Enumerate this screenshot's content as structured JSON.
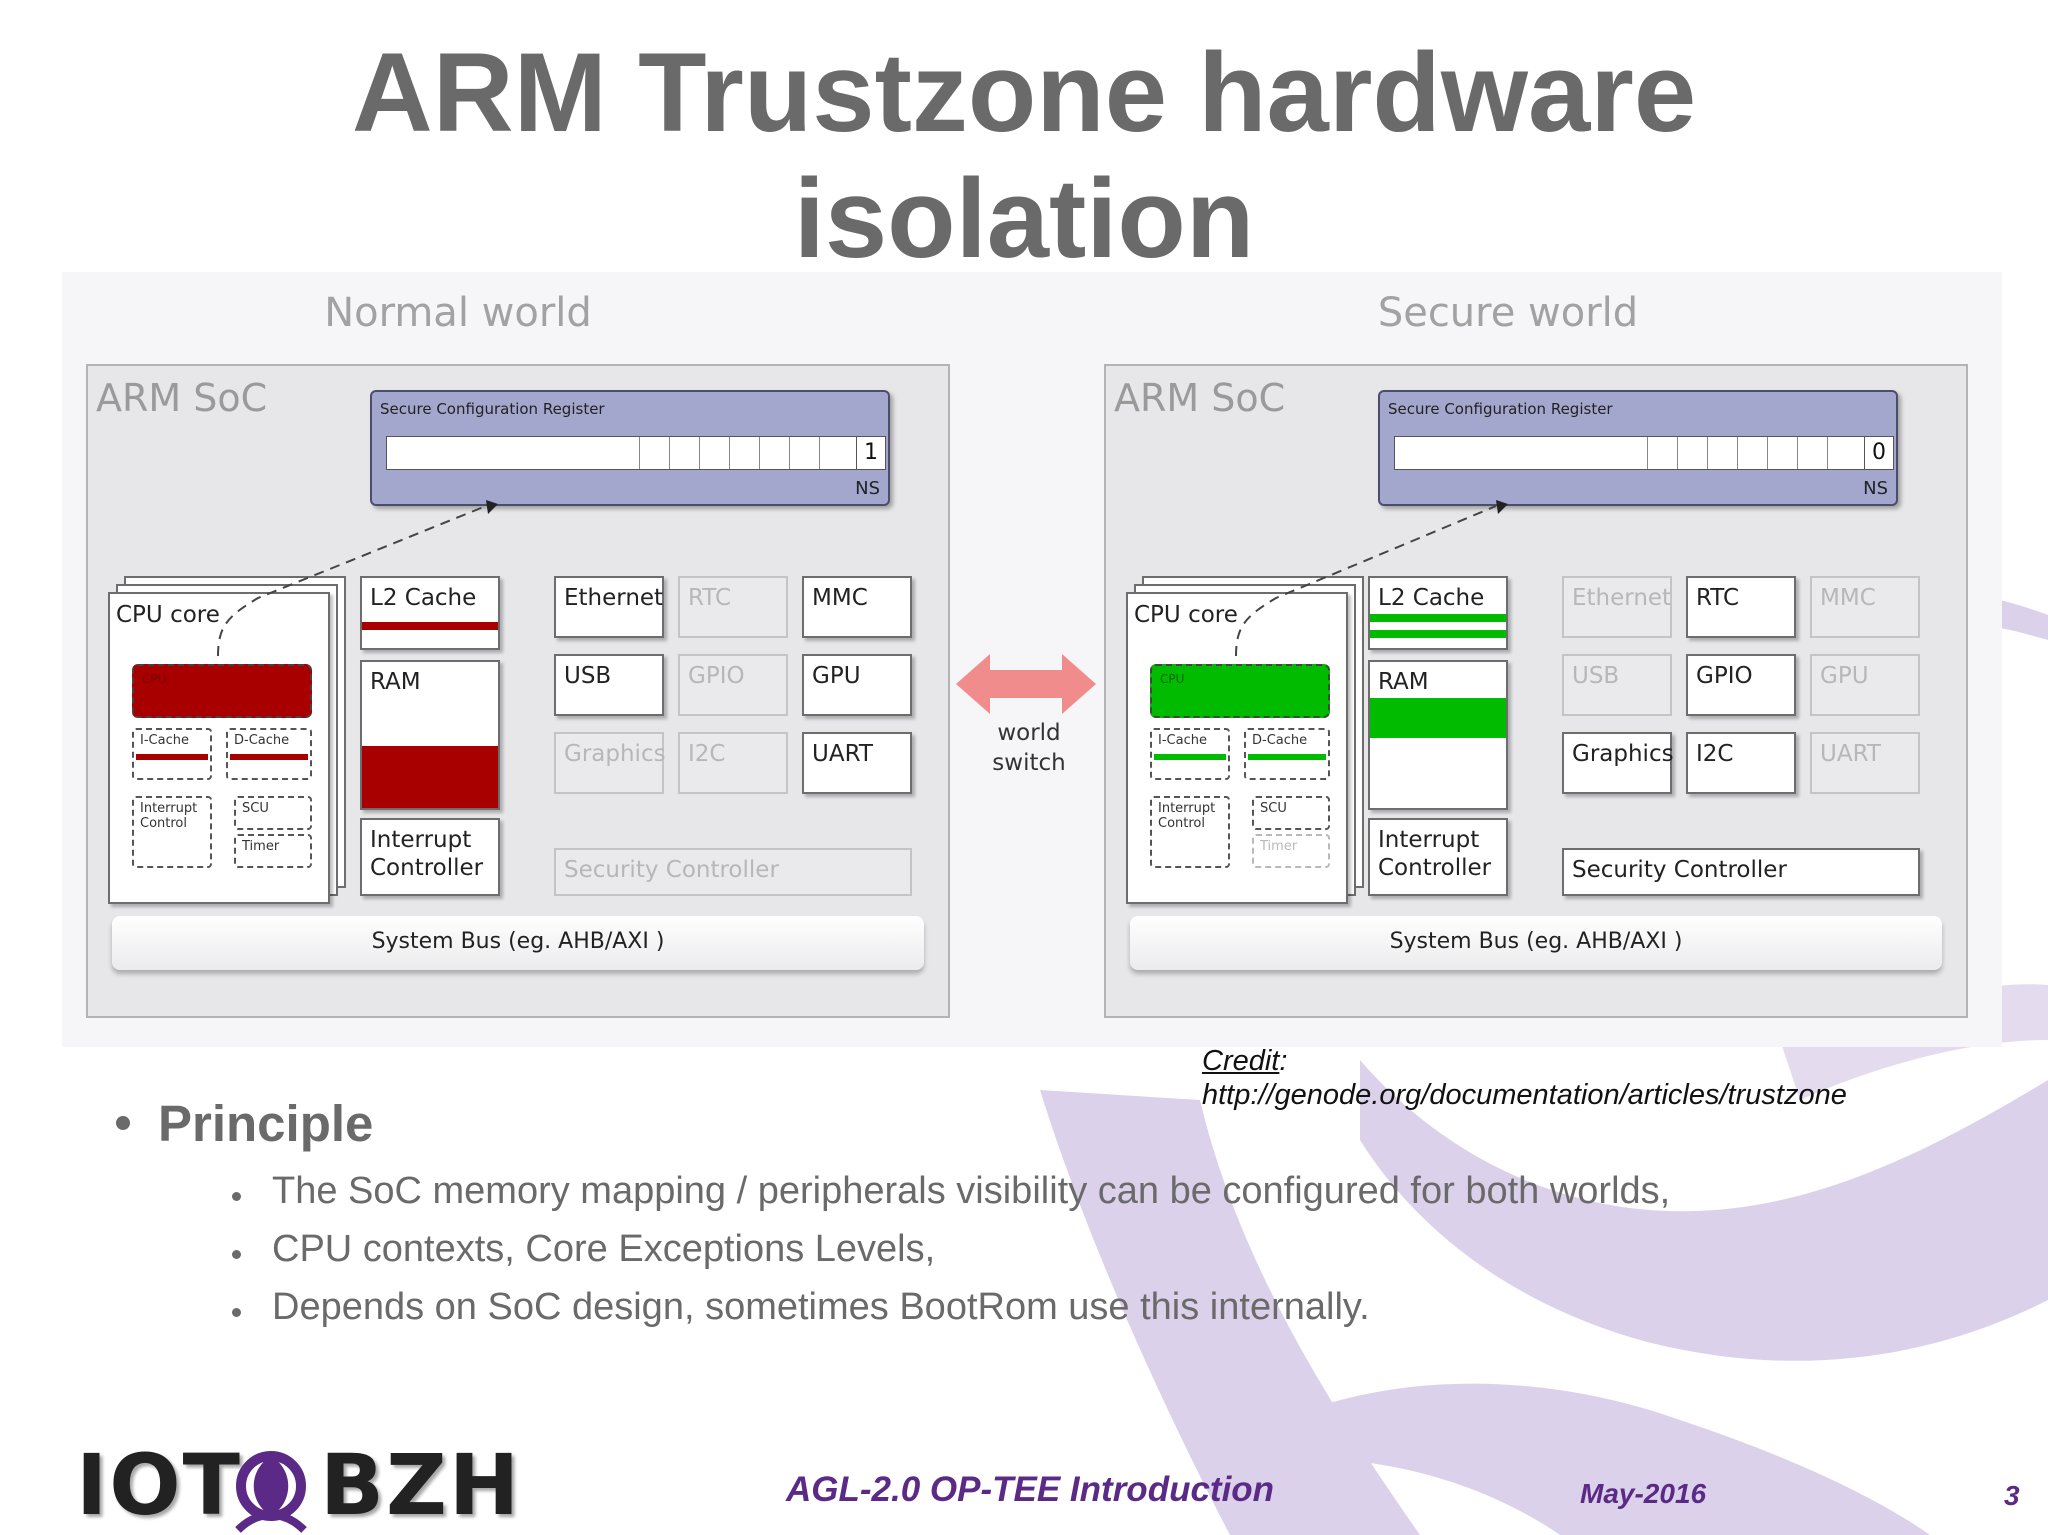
{
  "slide": {
    "title_line1": "ARM Trustzone hardware",
    "title_line2": "isolation"
  },
  "figure": {
    "normal_world_label": "Normal world",
    "secure_world_label": "Secure world",
    "switch_label_line1": "world",
    "switch_label_line2": "switch",
    "soc_title": "ARM SoC",
    "scr_title": "Secure Configuration Register",
    "scr_ns_label": "NS",
    "normal_ns_value": "1",
    "secure_ns_value": "0",
    "cpu_core_label": "CPU core",
    "cpu_label": "CPU",
    "icache_label": "I-Cache",
    "dcache_label": "D-Cache",
    "interrupt_control_line1": "Interrupt",
    "interrupt_control_line2": "Control",
    "scu_label": "SCU",
    "timer_label": "Timer",
    "l2_cache_label": "L2 Cache",
    "ram_label": "RAM",
    "interrupt_controller_line1": "Interrupt",
    "interrupt_controller_line2": "Controller",
    "ethernet_label": "Ethernet",
    "rtc_label": "RTC",
    "mmc_label": "MMC",
    "usb_label": "USB",
    "gpio_label": "GPIO",
    "gpu_label": "GPU",
    "graphics_label": "Graphics",
    "i2c_label": "I2C",
    "uart_label": "UART",
    "security_controller_label": "Security Controller",
    "system_bus_label": "System Bus (eg. AHB/AXI )",
    "colors": {
      "normal_world_highlight": "#a80000",
      "secure_world_highlight": "#00bb00",
      "scr_fill": "#a3a7cd",
      "switch_arrow": "#f08c8c"
    }
  },
  "credit": {
    "label": "Credit",
    "suffix": ":",
    "url": "http://genode.org/documentation/articles/trustzone"
  },
  "content": {
    "principle_heading": "Principle",
    "bullets": [
      "The SoC memory mapping / peripherals visibility can be configured for both worlds,",
      "CPU contexts, Core Exceptions Levels,",
      "Depends on SoC design, sometimes BootRom use this internally."
    ]
  },
  "footer": {
    "logo_left": "IOT",
    "logo_right": "BZH",
    "presentation_title": "AGL-2.0 OP-TEE Introduction",
    "date": "May-2016",
    "page_number": "3"
  },
  "theme": {
    "title_color": "#6a6a6a",
    "footer_color": "#5b2a86",
    "watermark_color": "#d9cde9"
  }
}
